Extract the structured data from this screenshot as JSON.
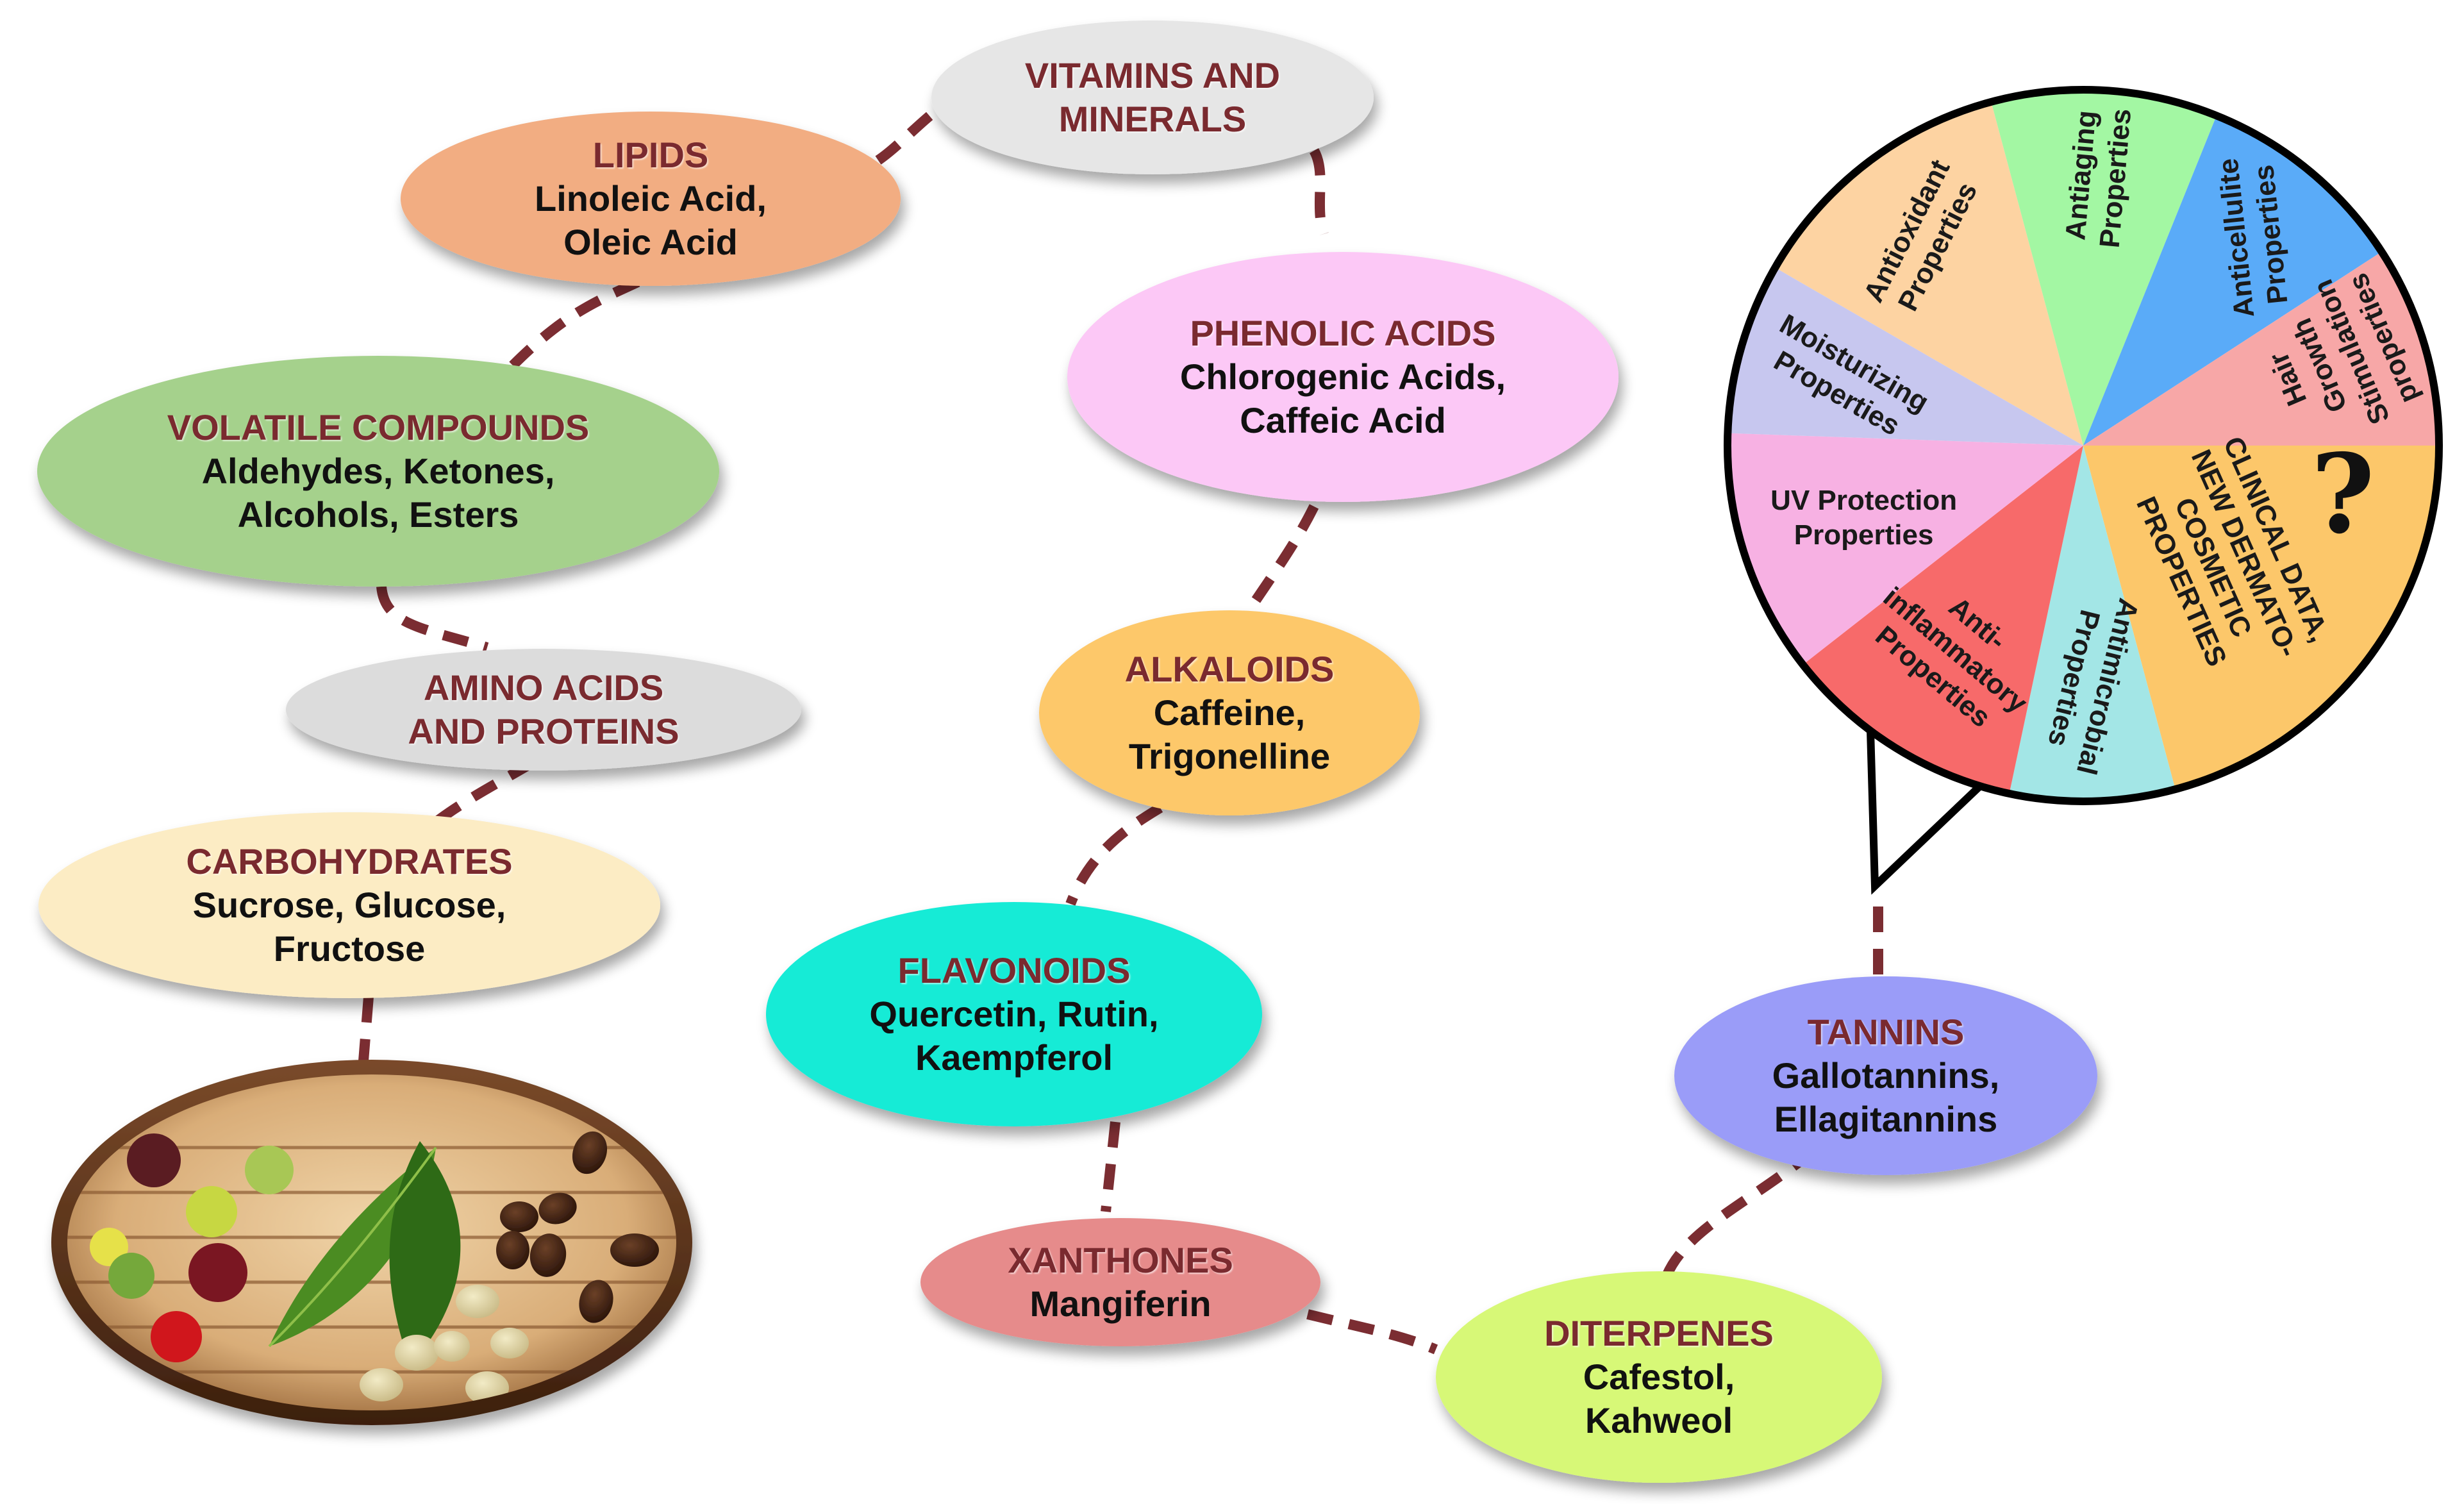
{
  "nodes": {
    "vitamins": {
      "title": [
        "VITAMINS AND",
        "MINERALS"
      ],
      "sub": [],
      "fill": "#e6e6e6"
    },
    "lipids": {
      "title": [
        "LIPIDS"
      ],
      "sub": [
        "Linoleic Acid,",
        "Oleic Acid"
      ],
      "fill": "#f2ad82"
    },
    "volatile": {
      "title": [
        "VOLATILE COMPOUNDS"
      ],
      "sub": [
        "Aldehydes, Ketones,",
        "Alcohols, Esters"
      ],
      "fill": "#a5d18c"
    },
    "amino": {
      "title": [
        "AMINO ACIDS",
        "AND PROTEINS"
      ],
      "sub": [],
      "fill": "#dcdcdc"
    },
    "carbs": {
      "title": [
        "CARBOHYDRATES"
      ],
      "sub": [
        "Sucrose, Glucose,",
        "Fructose"
      ],
      "fill": "#fcecc4"
    },
    "phenolic": {
      "title": [
        "PHENOLIC ACIDS"
      ],
      "sub": [
        "Chlorogenic Acids,",
        "Caffeic Acid"
      ],
      "fill": "#fcc8f6"
    },
    "alkaloids": {
      "title": [
        "ALKALOIDS"
      ],
      "sub": [
        "Caffeine,",
        "Trigonelline"
      ],
      "fill": "#fdc86a"
    },
    "flavonoids": {
      "title": [
        "FLAVONOIDS"
      ],
      "sub": [
        "Quercetin, Rutin,",
        "Kaempferol"
      ],
      "fill": "#19ebd6"
    },
    "xanthones": {
      "title": [
        "XANTHONES"
      ],
      "sub": [
        "Mangiferin"
      ],
      "fill": "#e68b8b"
    },
    "diterpenes": {
      "title": [
        "DITERPENES"
      ],
      "sub": [
        "Cafestol,",
        "Kahweol"
      ],
      "fill": "#d7f877"
    },
    "tannins": {
      "title": [
        "TANNINS"
      ],
      "sub": [
        "Gallotannins,",
        "Ellagitannins"
      ],
      "fill": "#9a9cf8"
    }
  },
  "wheel": {
    "segments": [
      {
        "label": [
          "Antioxidant",
          "Properties"
        ],
        "fill": "#fdd3a2"
      },
      {
        "label": [
          "Antiaging",
          "Properties"
        ],
        "fill": "#a3f7a3"
      },
      {
        "label": [
          "Anticellulite",
          "Properties"
        ],
        "fill": "#5aabf8"
      },
      {
        "label": [
          "Hair",
          "Growth",
          "Stimulation",
          "properties"
        ],
        "fill": "#f7a7a7"
      },
      {
        "label": [
          "CLINICAL DATA,",
          "NEW DERMATO-",
          "COSMETIC",
          "PROPERTIES"
        ],
        "fill": "#fcc76a"
      },
      {
        "label": [
          "Antimicrobial",
          "Properties"
        ],
        "fill": "#a3e6e6"
      },
      {
        "label": [
          "Anti-",
          "inflammatory",
          "Properties"
        ],
        "fill": "#f76a6a"
      },
      {
        "label": [
          "UV Protection",
          "Properties"
        ],
        "fill": "#f7b1e3"
      },
      {
        "label": [
          "Moisturizing",
          "Properties"
        ],
        "fill": "#c7c7ef"
      }
    ],
    "question_mark": "?"
  },
  "colors": {
    "connector": "#7b2d32",
    "outline": "#000000"
  },
  "image": {
    "subject": "coffee-beans-and-leaves-photo"
  }
}
